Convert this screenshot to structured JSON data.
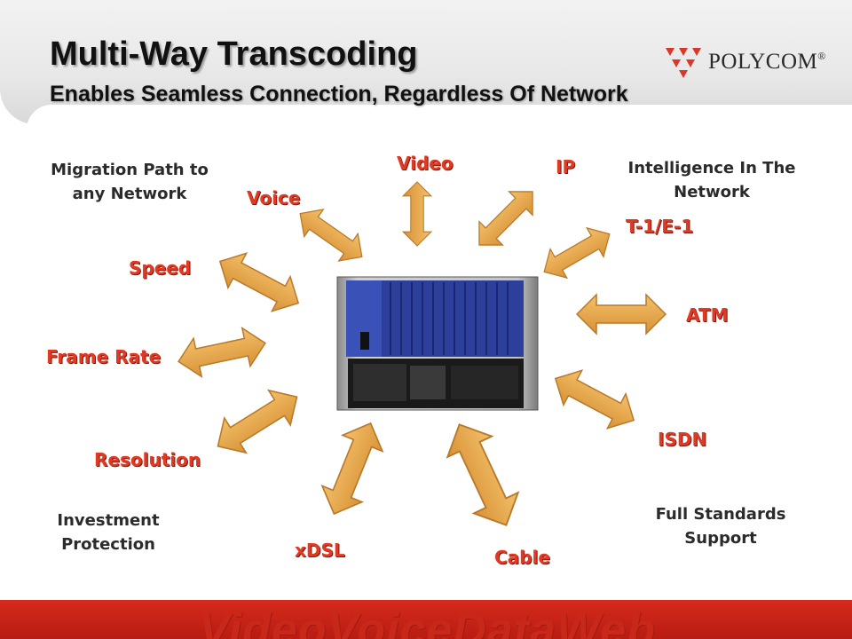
{
  "header": {
    "title": "Multi-Way Transcoding",
    "subtitle": "Enables Seamless Connection, Regardless Of Network",
    "logo_text": "POLYCOM",
    "logo_reg": "®"
  },
  "diagram": {
    "red_labels": {
      "video": "Video",
      "ip": "IP",
      "voice": "Voice",
      "t1e1": "T-1/E-1",
      "speed": "Speed",
      "atm": "ATM",
      "frame_rate": "Frame Rate",
      "isdn": "ISDN",
      "resolution": "Resolution",
      "xdsl": "xDSL",
      "cable": "Cable"
    },
    "benefits": {
      "migration": [
        "Migration Path to",
        "any Network"
      ],
      "intelligence": [
        "Intelligence In The",
        "Network"
      ],
      "investment": [
        "Investment",
        "Protection"
      ],
      "standards": [
        "Full Standards",
        "Support"
      ]
    }
  },
  "footer": {
    "watermark": "VideoVoiceDataWeb"
  },
  "colors": {
    "arrow_fill": "#e8a94a",
    "arrow_stroke": "#b9792a",
    "label_red": "#e03a25",
    "footer_red": "#d62a1c"
  }
}
